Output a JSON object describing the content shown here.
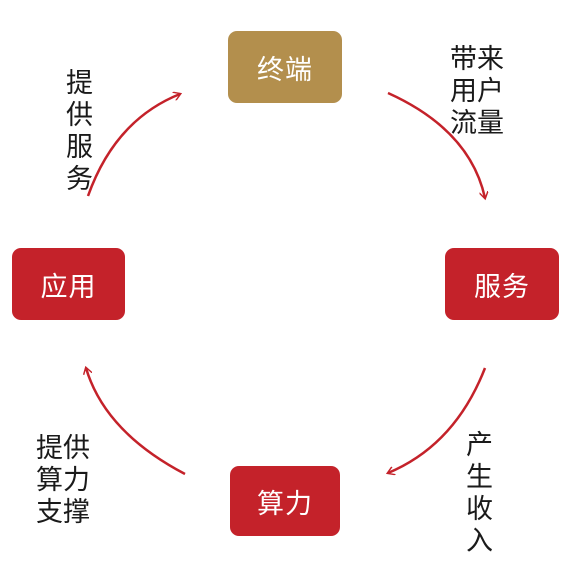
{
  "colors": {
    "terminal_fill": "#b38f4d",
    "node_fill": "#c4222a",
    "arrow": "#c4222a"
  },
  "nodes": {
    "terminal": "终端",
    "service": "服务",
    "application": "应用",
    "compute": "算力"
  },
  "edge_labels": {
    "provide_service": "提\n供\n服\n务",
    "bring_users": "带来\n用户\n流量",
    "generate_income": "产\n生\n收\n入",
    "provide_compute": "提供\n算力\n支撑"
  }
}
